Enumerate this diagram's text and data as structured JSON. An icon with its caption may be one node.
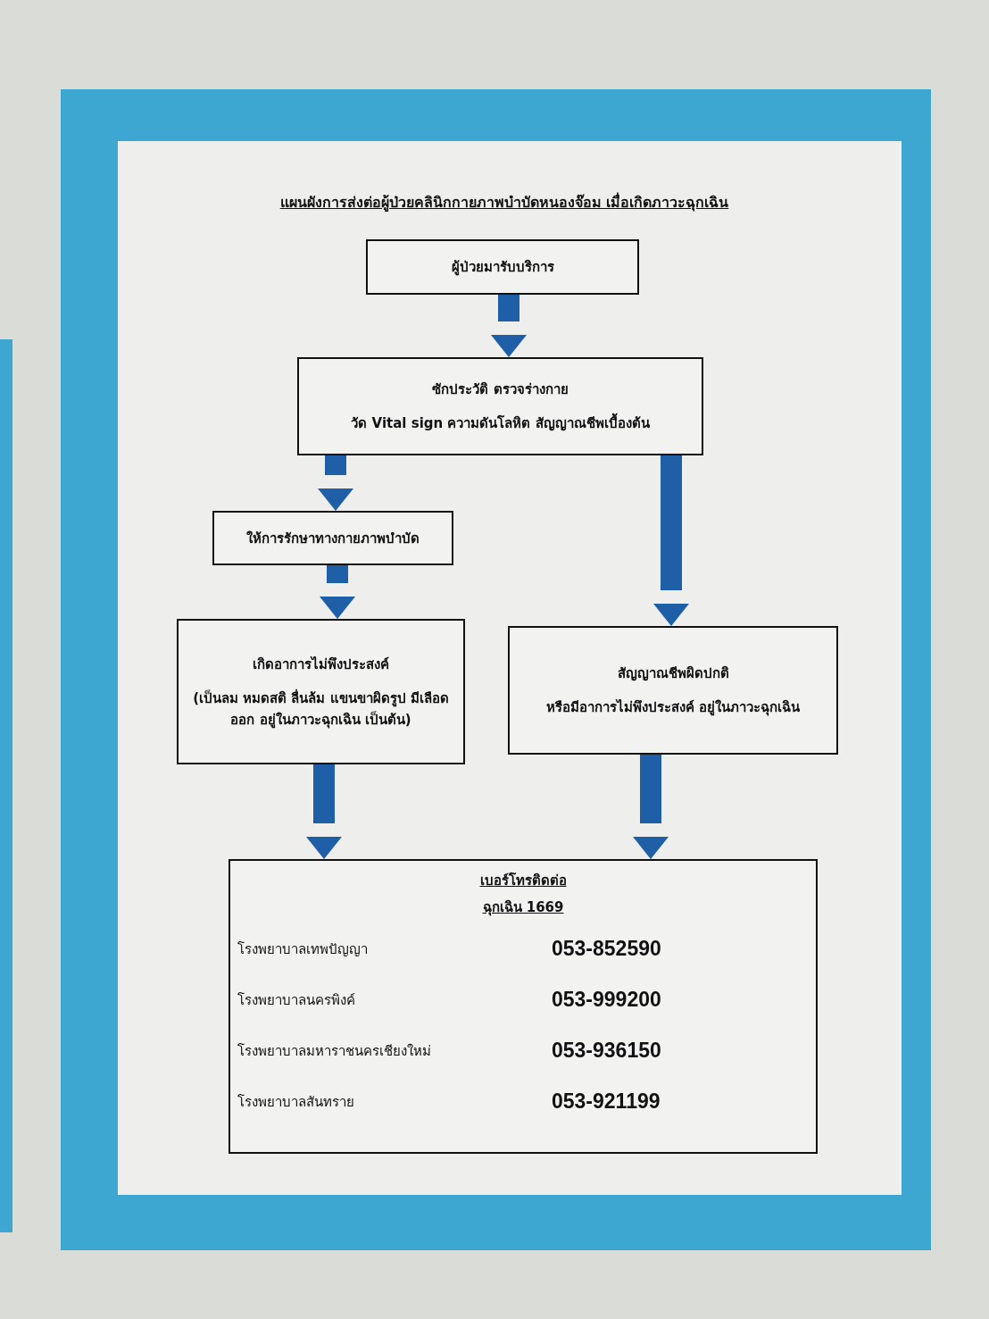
{
  "diagram": {
    "title": "แผนผังการส่งต่อผู้ป่วยคลินิกกายภาพบำบัดหนองจ๊อม เมื่อเกิดภาวะฉุกเฉิน",
    "nodes": [
      {
        "text": [
          "ผู้ป่วยมารับบริการ"
        ]
      },
      {
        "text": [
          "ซักประวัติ ตรวจร่างกาย",
          "วัด Vital sign ความดันโลหิต สัญญาณชีพเบื้องต้น"
        ]
      },
      {
        "text": [
          "ให้การรักษาทางกายภาพบำบัด"
        ]
      },
      {
        "text": [
          "เกิดอาการไม่พึงประสงค์",
          "(เป็นลม หมดสติ ลื่นล้ม แขนขาผิดรูป มีเลือดออก อยู่ในภาวะฉุกเฉิน เป็นต้น)"
        ]
      },
      {
        "text": [
          "สัญญาณชีพผิดปกติ",
          "หรือมีอาการไม่พึงประสงค์ อยู่ในภาวะฉุกเฉิน"
        ]
      },
      {
        "text": [
          "เบอร์โทรติดต่อ",
          "ฉุกเฉิน 1669",
          "โรงพยาบาลเทพปัญญา",
          "053-852590",
          "โรงพยาบาลนครพิงค์",
          "053-999200",
          "โรงพยาบาลมหาราชนครเชียงใหม่",
          "053-936150",
          "โรงพยาบาลสันทราย",
          "053-921199"
        ]
      }
    ],
    "edges": [
      {
        "from": 0,
        "to": 1,
        "arrow": "to"
      },
      {
        "from": 1,
        "to": 2,
        "arrow": "to"
      },
      {
        "from": 1,
        "to": 4,
        "arrow": "to"
      },
      {
        "from": 2,
        "to": 3,
        "arrow": "to"
      },
      {
        "from": 3,
        "to": 5,
        "arrow": "to"
      },
      {
        "from": 4,
        "to": 5,
        "arrow": "to"
      }
    ]
  }
}
